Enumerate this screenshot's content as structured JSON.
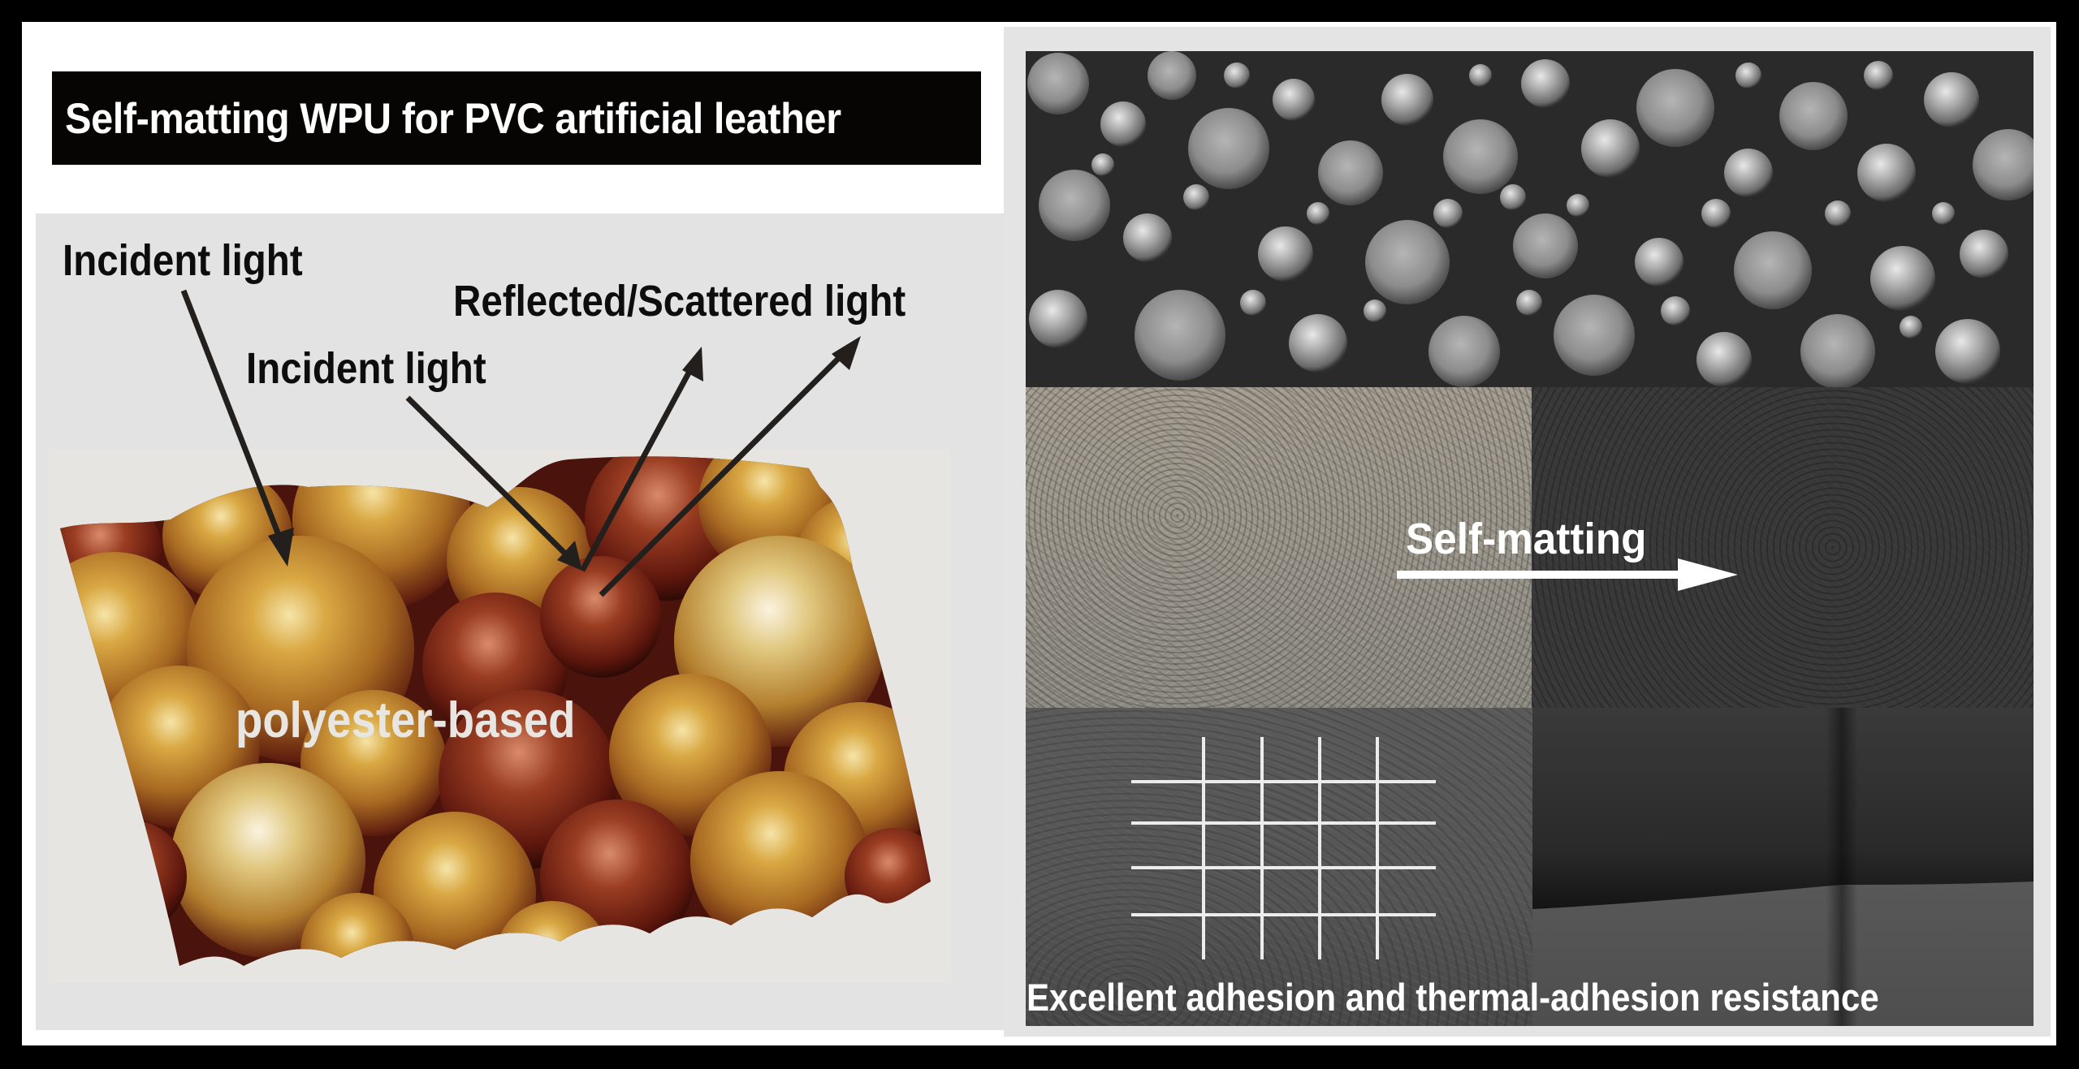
{
  "figure": {
    "title": "Self-matting WPU for PVC artificial leather",
    "left_panel": {
      "labels": {
        "incident_light_1": "Incident light",
        "incident_light_2": "Incident light",
        "reflected_scattered": "Reflected/Scattered light",
        "surface_type": "polyester-based"
      },
      "image": "afm-3d-surface-topography"
    },
    "right_panel": {
      "images": [
        {
          "name": "sem-microspheres",
          "position": "top"
        },
        {
          "name": "glossy-leather",
          "position": "middle-left"
        },
        {
          "name": "matte-leather",
          "position": "middle-right"
        },
        {
          "name": "crosshatch-adhesion-test",
          "position": "bottom-left"
        },
        {
          "name": "leather-seat",
          "position": "bottom-right"
        }
      ],
      "arrow_label": "Self-matting",
      "caption": "Excellent adhesion and thermal-adhesion resistance"
    },
    "colors": {
      "border": "#000000",
      "title_bg": "#070404",
      "panel_bg": "#e3e3e3",
      "afm_gold": "#c8922e",
      "afm_brown": "#6b1d12",
      "arrow_dark": "#231f1d",
      "annotation_white": "#ffffff"
    }
  }
}
